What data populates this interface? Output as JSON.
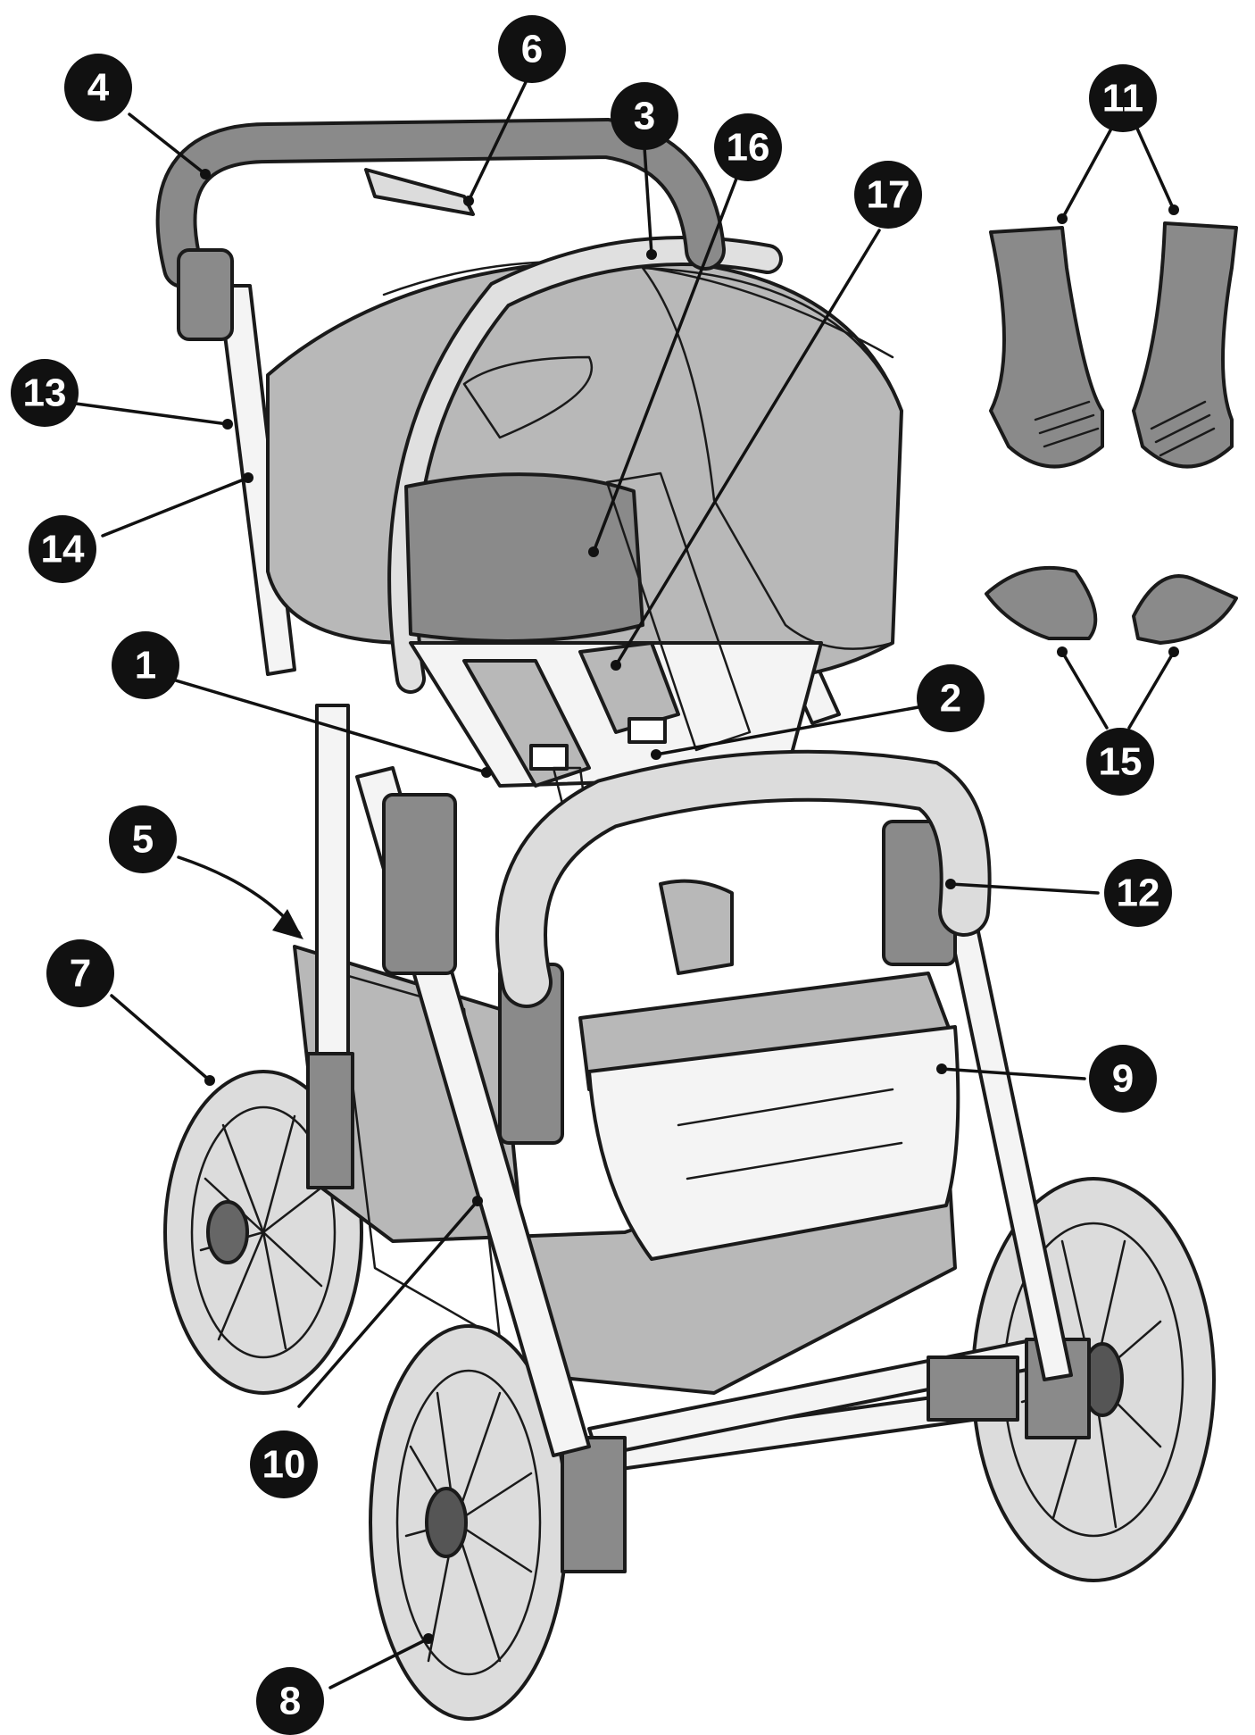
{
  "colors": {
    "callout_fill": "#111111",
    "callout_text": "#ffffff",
    "fabric_dark": "#8a8a8a",
    "fabric_mid": "#b8b8b8",
    "fabric_light": "#dcdcdc",
    "frame": "#f4f4f4"
  },
  "callouts": [
    {
      "id": "c1",
      "label": "1"
    },
    {
      "id": "c2",
      "label": "2"
    },
    {
      "id": "c3",
      "label": "3"
    },
    {
      "id": "c4",
      "label": "4"
    },
    {
      "id": "c5",
      "label": "5"
    },
    {
      "id": "c6",
      "label": "6"
    },
    {
      "id": "c7",
      "label": "7"
    },
    {
      "id": "c8",
      "label": "8"
    },
    {
      "id": "c9",
      "label": "9"
    },
    {
      "id": "c10",
      "label": "10"
    },
    {
      "id": "c11",
      "label": "11"
    },
    {
      "id": "c12",
      "label": "12"
    },
    {
      "id": "c13",
      "label": "13"
    },
    {
      "id": "c14",
      "label": "14"
    },
    {
      "id": "c15",
      "label": "15"
    },
    {
      "id": "c16",
      "label": "16"
    },
    {
      "id": "c17",
      "label": "17"
    }
  ]
}
